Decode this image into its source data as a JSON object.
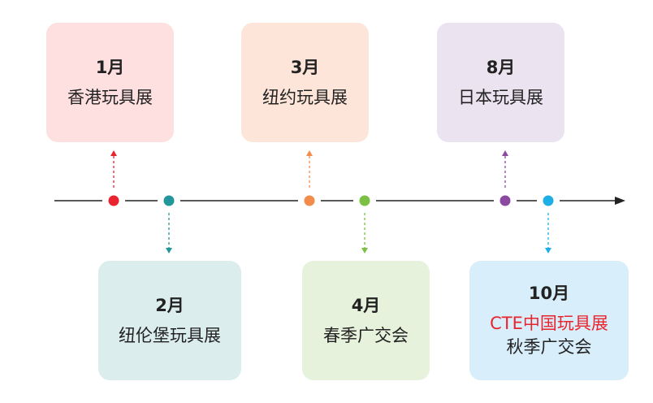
{
  "events": [
    {
      "month": "1月",
      "name": "香港玩具展",
      "color": "#e8242e",
      "box_bg": "#fde0df"
    },
    {
      "month": "2月",
      "name": "纽伦堡玩具展",
      "color": "#23969c",
      "box_bg": "#dcedee"
    },
    {
      "month": "3月",
      "name": "纽约玩具展",
      "color": "#f28c4a",
      "box_bg": "#fde6d9"
    },
    {
      "month": "4月",
      "name": "春季广交会",
      "color": "#7ac143",
      "box_bg": "#e6f2dc"
    },
    {
      "month": "8月",
      "name": "日本玩具展",
      "color": "#8b4aa0",
      "box_bg": "#ece3f1"
    },
    {
      "month": "10月",
      "name": "CTE中国玩具展",
      "name2": "秋季广交会",
      "color": "#1eaee6",
      "box_bg": "#d8eefb",
      "name_color": "#e8242e"
    }
  ],
  "timeline": {
    "line_color": "#222222"
  }
}
